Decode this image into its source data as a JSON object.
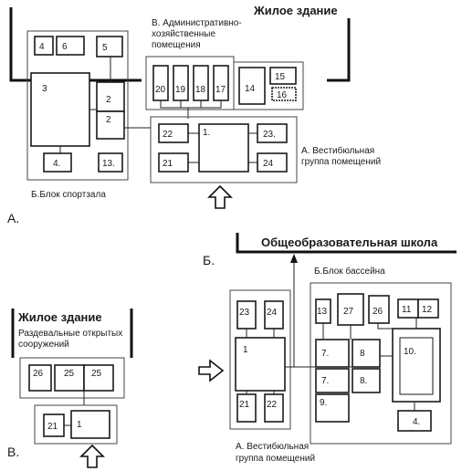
{
  "plan_a": {
    "building_label": "Жилое здание",
    "admin_label": [
      "В. Административно-",
      "хозяйственные",
      "помещения"
    ],
    "gym_label": "Б.Блок спортзала",
    "lobby_label": [
      "А. Вестибюльная",
      "группа помещений"
    ],
    "plan_letter": "А.",
    "rooms": {
      "r4": "4",
      "r6": "6",
      "r5": "5",
      "r3": "3",
      "r2a": "2",
      "r2b": "2",
      "r4b": "4.",
      "r13": "13.",
      "r20": "20",
      "r19": "19",
      "r18": "18",
      "r17": "17",
      "r14": "14",
      "r15": "15",
      "r16": "16",
      "r22": "22",
      "r1": "1.",
      "r23": "23.",
      "r21": "21",
      "r24": "24"
    }
  },
  "plan_b": {
    "school_label": "Общеобразовательная школа",
    "plan_letter": "Б.",
    "pool_label": "Б.Блок бассейна",
    "lobby_label": [
      "А. Вестибюльная",
      "группа помещений"
    ],
    "rooms": {
      "r23": "23",
      "r24": "24",
      "r1": "1",
      "r21": "21",
      "r22": "22",
      "r13": "13",
      "r27": "27",
      "r26": "26",
      "r11": "11",
      "r12": "12",
      "r7a": "7.",
      "r8a": "8",
      "r7b": "7.",
      "r8b": "8.",
      "r9": "9.",
      "r10": "10.",
      "r4": "4."
    }
  },
  "plan_c": {
    "building_label": "Жилое здание",
    "rooms_label": [
      "Раздевальные открытых",
      "сооружений"
    ],
    "plan_letter": "В.",
    "rooms": {
      "r26": "26",
      "r25a": "25",
      "r25b": "25",
      "r21": "21",
      "r1": "1"
    }
  },
  "arrows": [
    "up-arrow-icon",
    "right-arrow-icon",
    "up-arrow-icon"
  ]
}
